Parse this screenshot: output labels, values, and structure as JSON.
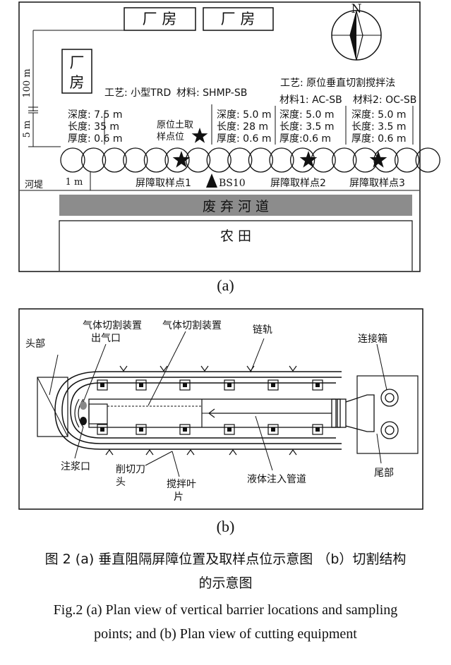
{
  "panel_a": {
    "label": "(a)",
    "factory_top_1": "厂  房",
    "factory_top_2": "厂  房",
    "factory_left_1": "厂",
    "factory_left_2": "房",
    "north": "N",
    "dim_100m": "100 m",
    "dim_5m": "5 m",
    "dim_1m": "1 m",
    "embankment": "河堤",
    "process_1": "工艺: 小型TRD",
    "material_1": "材料: SHMP-SB",
    "process_2": "工艺:  原位垂直切割搅拌法",
    "material_2a": "材料1: AC-SB",
    "material_2b": "材料2: OC-SB",
    "seg1": [
      "深度:  7.5 m",
      "长度:  35 m",
      "厚度:  0.6 m"
    ],
    "seg2": [
      "深度: 5.0 m",
      "长度: 28 m",
      "厚度: 0.6 m"
    ],
    "seg3": [
      "深度: 5.0 m",
      "长度: 3.5 m",
      "厚度:0.6 m"
    ],
    "seg4": [
      "深度: 5.0 m",
      "长度: 3.5 m",
      "厚度:  0.6 m"
    ],
    "soil_point_1": "原位土取",
    "soil_point_2": "样点位",
    "bs10": "BS10",
    "sample_1": "屏障取样点1",
    "sample_2": "屏障取样点2",
    "sample_3": "屏障取样点3",
    "river": "废 弃 河 道",
    "farm": "农        田"
  },
  "panel_b": {
    "label": "(b)",
    "head": "头部",
    "gas_outlet_1": "气体切割装置",
    "gas_outlet_2": "出气口",
    "gas_device": "气体切割装置",
    "chain": "链轨",
    "junction": "连接箱",
    "grout": "注浆口",
    "cutter_1": "削切刀",
    "cutter_2": "头",
    "blade_1": "搅拌叶",
    "blade_2": "片",
    "liquid_pipe": "液体注入管道",
    "tail": "尾部"
  },
  "caption": {
    "cn_line1": "图 2 (a)  垂直阻隔屏障位置及取样点位示意图  （b）切割结构",
    "cn_line2": "的示意图",
    "en_line1": "Fig.2 (a) Plan view of vertical barrier locations and sampling",
    "en_line2": "points; and (b) Plan view of cutting equipment"
  }
}
